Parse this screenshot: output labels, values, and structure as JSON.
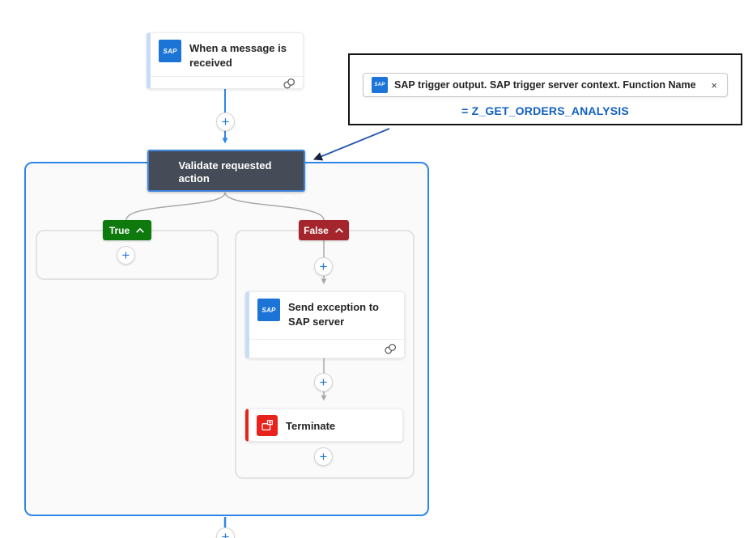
{
  "icons": {
    "sap_text": "SAP",
    "plus": "+",
    "close": "×"
  },
  "trigger": {
    "title": "When a message is received"
  },
  "callout": {
    "token": "SAP trigger output. SAP trigger server context. Function Name",
    "expression": "= Z_GET_ORDERS_ANALYSIS"
  },
  "condition": {
    "title": "Validate requested action",
    "true_label": "True",
    "false_label": "False"
  },
  "actions": {
    "send_exception_title": "Send exception to SAP server",
    "terminate_title": "Terminate"
  },
  "colors": {
    "accent_blue": "#2F86E8",
    "connector_gray": "#A9A9A9",
    "dark_node": "#454C57",
    "true_green": "#0E7A0E",
    "false_maroon": "#A4262C",
    "terminate_red": "#E8231D",
    "sap_blue": "#1B74D6",
    "expression_blue": "#1160C0"
  }
}
